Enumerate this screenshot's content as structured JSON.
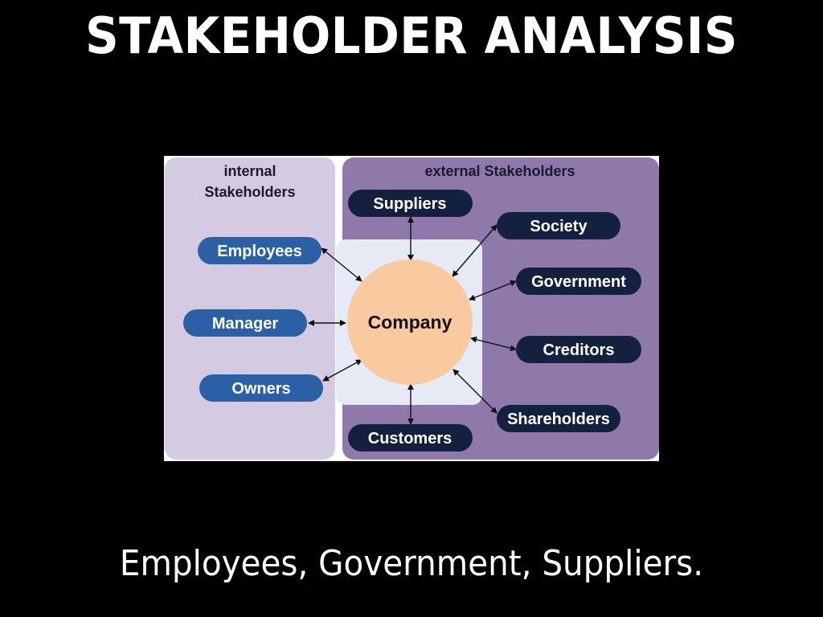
{
  "slide": {
    "title": "STAKEHOLDER ANALYSIS",
    "caption": "Employees, Government, Suppliers."
  },
  "diagram": {
    "internal_group": {
      "label_line1": "internal",
      "label_line2": "Stakeholders",
      "items": [
        "Employees",
        "Manager",
        "Owners"
      ]
    },
    "external_group": {
      "label": "external Stakeholders",
      "items": [
        "Suppliers",
        "Society",
        "Government",
        "Creditors",
        "Shareholders",
        "Customers"
      ]
    },
    "center": "Company",
    "colors": {
      "internal_panel": "#d4cae1",
      "external_panel": "#8f79ab",
      "center_panel": "#e5eaf5",
      "company_circle": "#f9c9a0",
      "internal_pill": "#2b5fa6",
      "external_pill": "#14213e"
    }
  }
}
